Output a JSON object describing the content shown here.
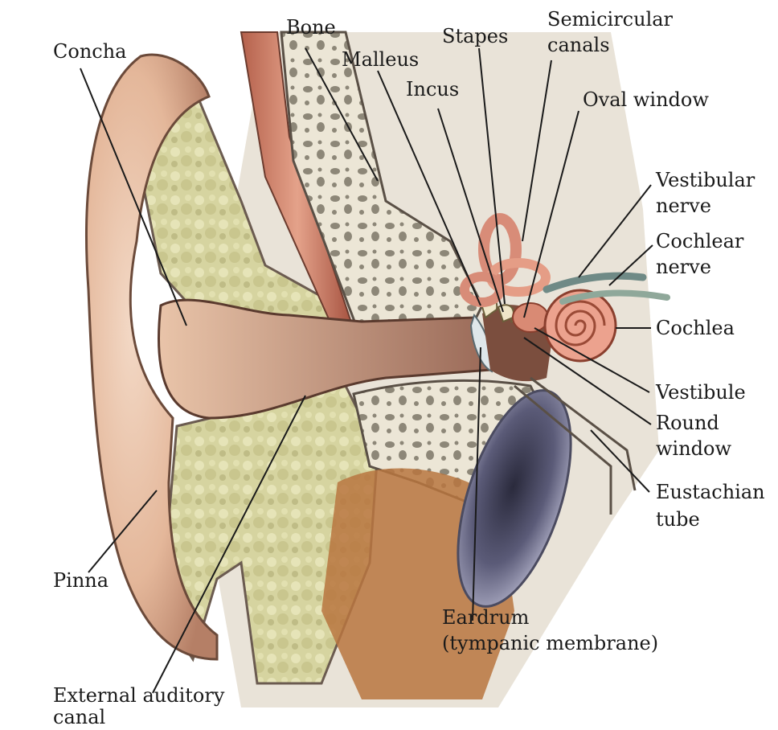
{
  "labels": {
    "concha": "Concha",
    "bone": "Bone",
    "malleus": "Malleus",
    "stapes": "Stapes",
    "incus": "Incus",
    "semicircular_line1": "Semicircular",
    "semicircular_line2": "canals",
    "oval_window": "Oval window",
    "vestibular_line1": "Vestibular",
    "vestibular_line2": "nerve",
    "cochlear_line1": "Cochlear",
    "cochlear_line2": "nerve",
    "cochlea": "Cochlea",
    "vestibule": "Vestibule",
    "round_window_line1": "Round",
    "round_window_line2": "window",
    "eustachian_line1": "Eustachian",
    "eustachian_line2": "tube",
    "pinna": "Pinna",
    "eardrum_line1": "Eardrum",
    "eardrum_line2": "(tympanic membrane)",
    "external_line1": "External auditory",
    "external_line2": "canal"
  }
}
